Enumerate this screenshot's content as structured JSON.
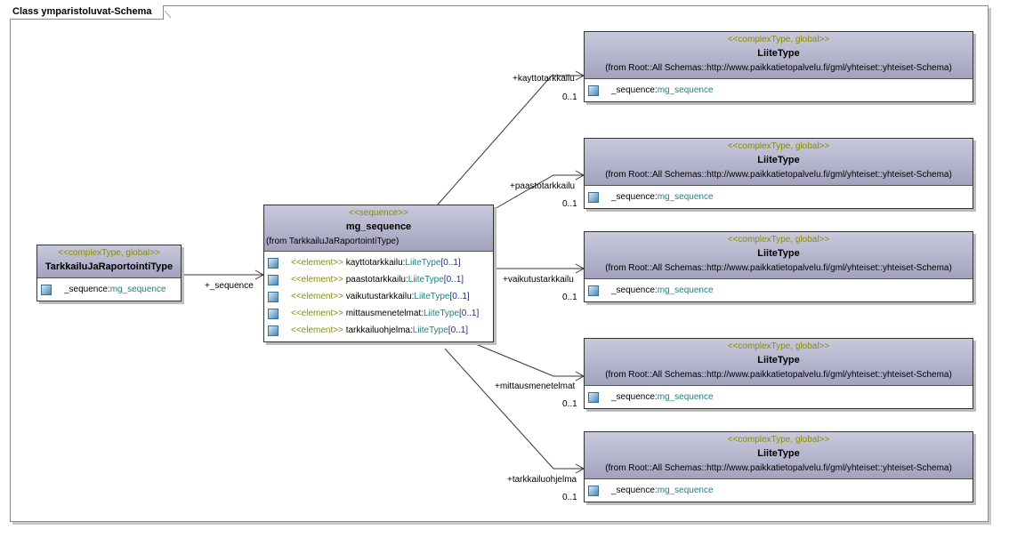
{
  "frame": {
    "title": "Class ymparistoluvat-Schema"
  },
  "source_class": {
    "stereotype": "<<complexType, global>>",
    "name": "TarkkailuJaRaportointiType",
    "attribute": {
      "prefix": "_sequence:",
      "type": "mg_sequence"
    }
  },
  "sequence_class": {
    "stereotype": "<<sequence>>",
    "name": "mg_sequence",
    "from": "(from TarkkailuJaRaportointiType)",
    "elements": [
      {
        "stereo": "<<element>>",
        "name": "kayttotarkkailu:",
        "type": "LiiteType",
        "mult": "[0..1]"
      },
      {
        "stereo": "<<element>>",
        "name": "paastotarkkailu:",
        "type": "LiiteType",
        "mult": "[0..1]"
      },
      {
        "stereo": "<<element>>",
        "name": "vaikutustarkkailu:",
        "type": "LiiteType",
        "mult": "[0..1]"
      },
      {
        "stereo": "<<element>>",
        "name": "mittausmenetelmat:",
        "type": "LiiteType",
        "mult": "[0..1]"
      },
      {
        "stereo": "<<element>>",
        "name": "tarkkailuohjelma:",
        "type": "LiiteType",
        "mult": "[0..1]"
      }
    ]
  },
  "source_role": "+_sequence",
  "targets": [
    {
      "stereotype": "<<complexType, global>>",
      "name": "LiiteType",
      "from": "(from Root::All Schemas::http://www.paikkatietopalvelu.fi/gml/yhteiset::yhteiset-Schema)",
      "attribute": {
        "prefix": "_sequence:",
        "type": "mg_sequence"
      },
      "role": "+kayttotarkkailu",
      "multiplicity": "0..1"
    },
    {
      "stereotype": "<<complexType, global>>",
      "name": "LiiteType",
      "from": "(from Root::All Schemas::http://www.paikkatietopalvelu.fi/gml/yhteiset::yhteiset-Schema)",
      "attribute": {
        "prefix": "_sequence:",
        "type": "mg_sequence"
      },
      "role": "+paastotarkkailu",
      "multiplicity": "0..1"
    },
    {
      "stereotype": "<<complexType, global>>",
      "name": "LiiteType",
      "from": "(from Root::All Schemas::http://www.paikkatietopalvelu.fi/gml/yhteiset::yhteiset-Schema)",
      "attribute": {
        "prefix": "_sequence:",
        "type": "mg_sequence"
      },
      "role": "+vaikutustarkkailu",
      "multiplicity": "0..1"
    },
    {
      "stereotype": "<<complexType, global>>",
      "name": "LiiteType",
      "from": "(from Root::All Schemas::http://www.paikkatietopalvelu.fi/gml/yhteiset::yhteiset-Schema)",
      "attribute": {
        "prefix": "_sequence:",
        "type": "mg_sequence"
      },
      "role": "+mittausmenetelmat",
      "multiplicity": "0..1"
    },
    {
      "stereotype": "<<complexType, global>>",
      "name": "LiiteType",
      "from": "(from Root::All Schemas::http://www.paikkatietopalvelu.fi/gml/yhteiset::yhteiset-Schema)",
      "attribute": {
        "prefix": "_sequence:",
        "type": "mg_sequence"
      },
      "role": "+tarkkailuohjelma",
      "multiplicity": "0..1"
    }
  ]
}
